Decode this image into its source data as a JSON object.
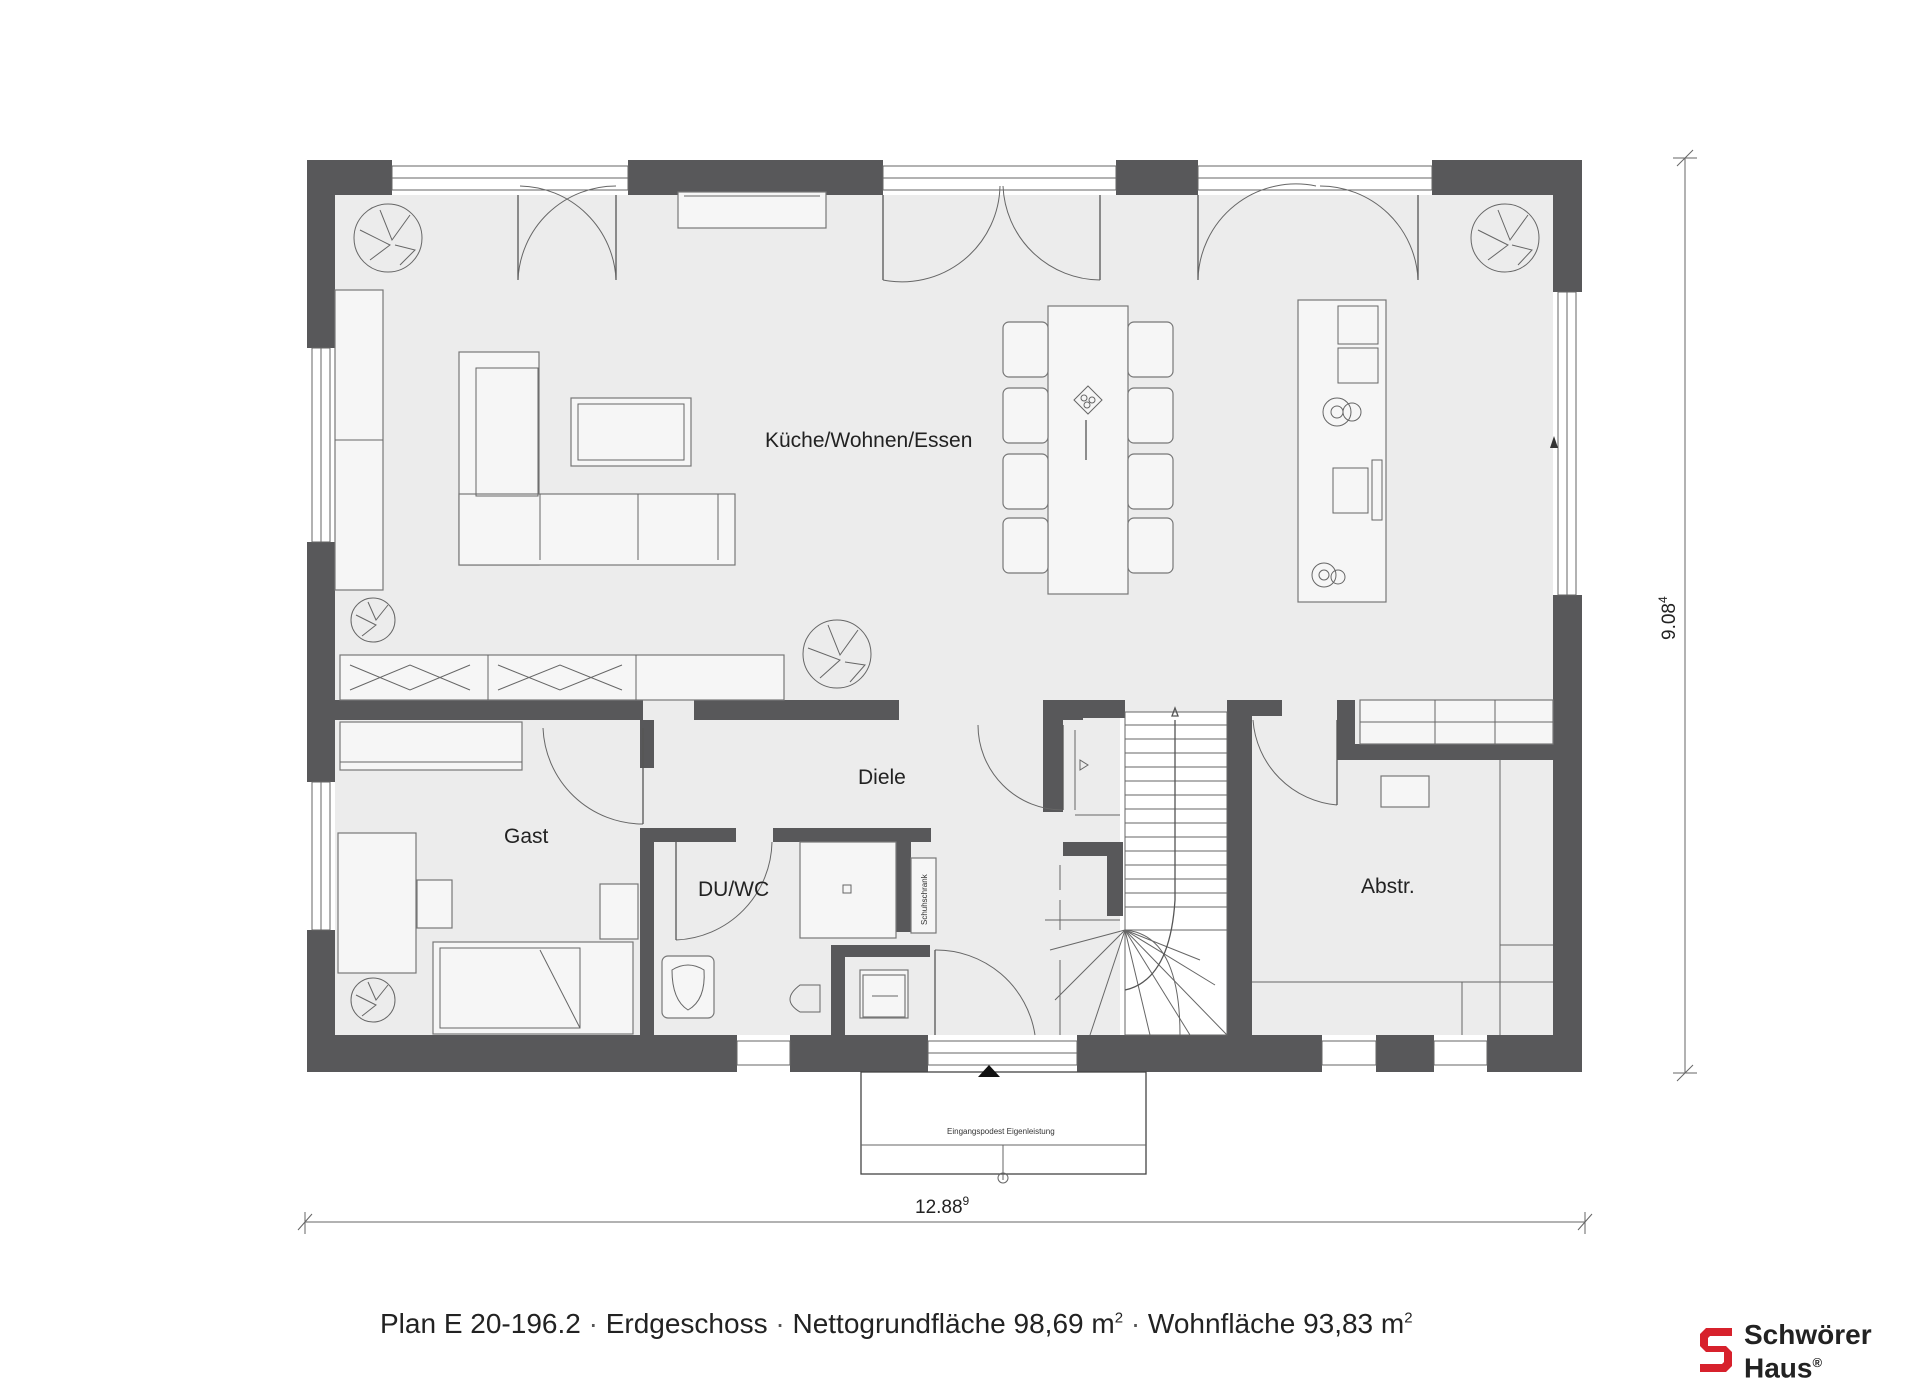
{
  "plan": {
    "rooms": {
      "living": "Küche/Wohnen/Essen",
      "hall": "Diele",
      "guest": "Gast",
      "bath": "DU/WC",
      "storage": "Abstr.",
      "shoe_cabinet": "Schuhschrank"
    },
    "entrance_note": "Eingangspodest Eigenleistung",
    "dimensions": {
      "width": "12.88",
      "width_sup": "9",
      "depth": "9.08",
      "depth_sup": "4"
    }
  },
  "caption": {
    "plan_id": "Plan E 20-196.2",
    "floor": "Erdgeschoss",
    "net_area_label": "Nettogrundfläche",
    "net_area": "98,69 m",
    "living_area_label": "Wohnfläche",
    "living_area": "93,83 m",
    "unit_sup": "2",
    "separator": "·"
  },
  "logo": {
    "line1": "Schwörer",
    "line2": "Haus",
    "mark": "®",
    "brand_color": "#d7212c"
  }
}
